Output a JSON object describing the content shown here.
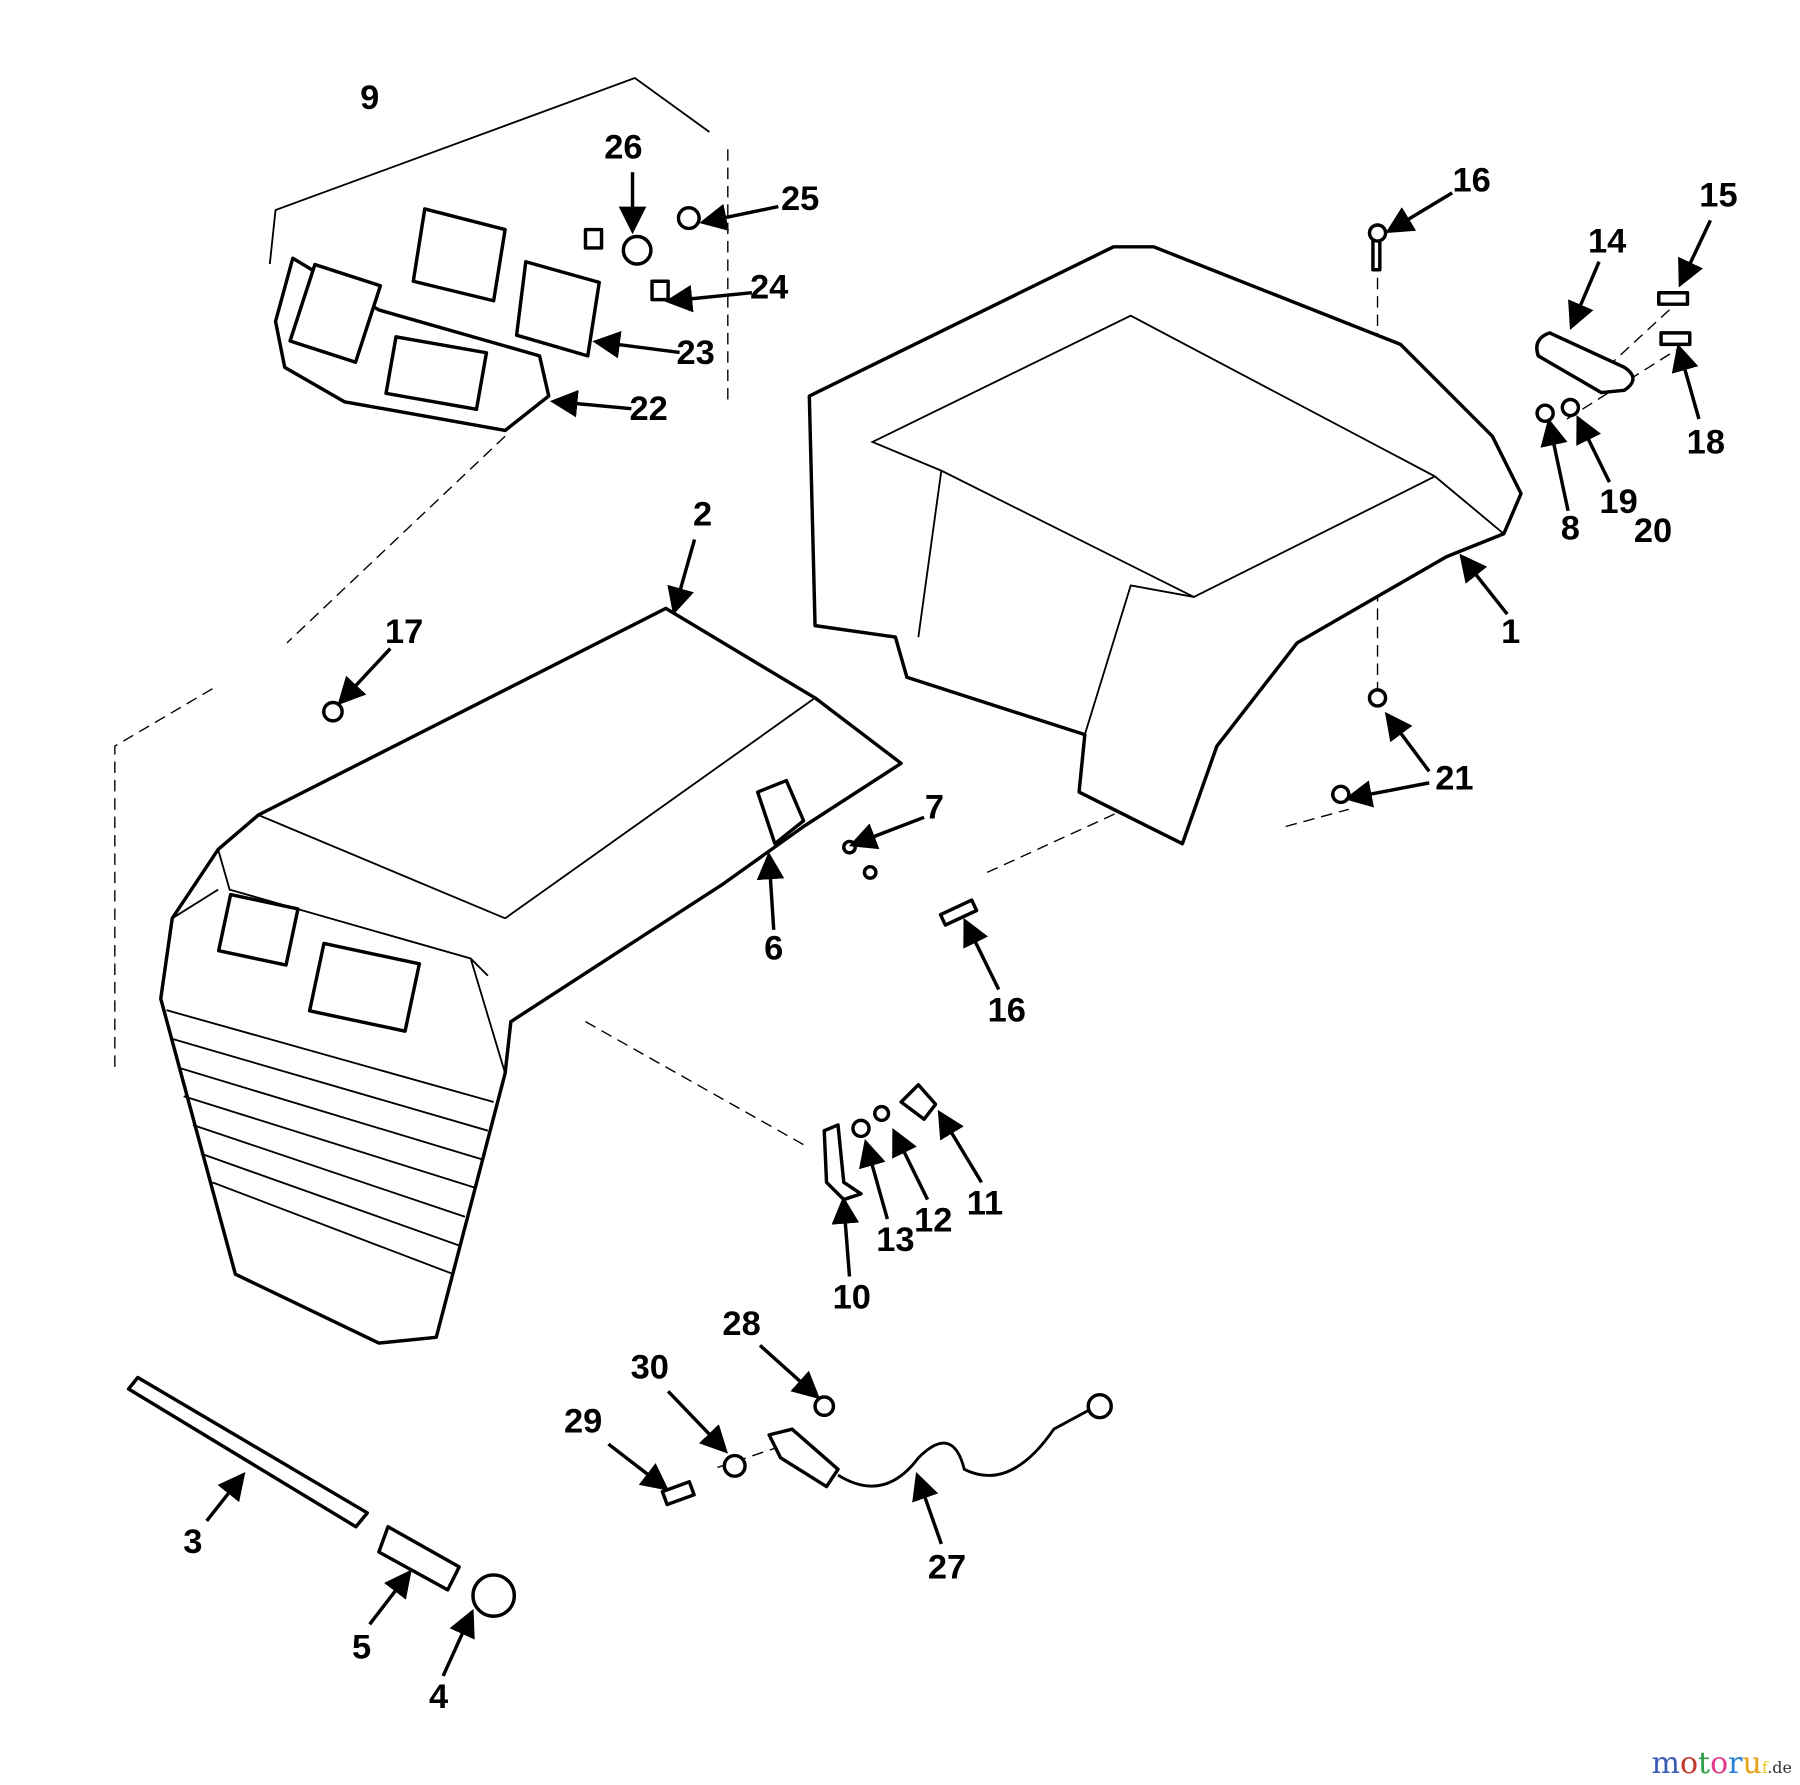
{
  "callouts": [
    "9",
    "26",
    "25",
    "24",
    "23",
    "22",
    "16",
    "15",
    "14",
    "18",
    "8",
    "19",
    "20",
    "1",
    "2",
    "17",
    "7",
    "6",
    "16",
    "21",
    "11",
    "12",
    "13",
    "10",
    "28",
    "30",
    "29",
    "27",
    "3",
    "5",
    "4"
  ],
  "watermark": {
    "text": "motoruf",
    "suffix": ".de",
    "colors": [
      "#3b5bb5",
      "#c0392b",
      "#2e9e4a",
      "#e33b8c",
      "#2a7fd4",
      "#e7a21b",
      "#f0c419"
    ]
  }
}
